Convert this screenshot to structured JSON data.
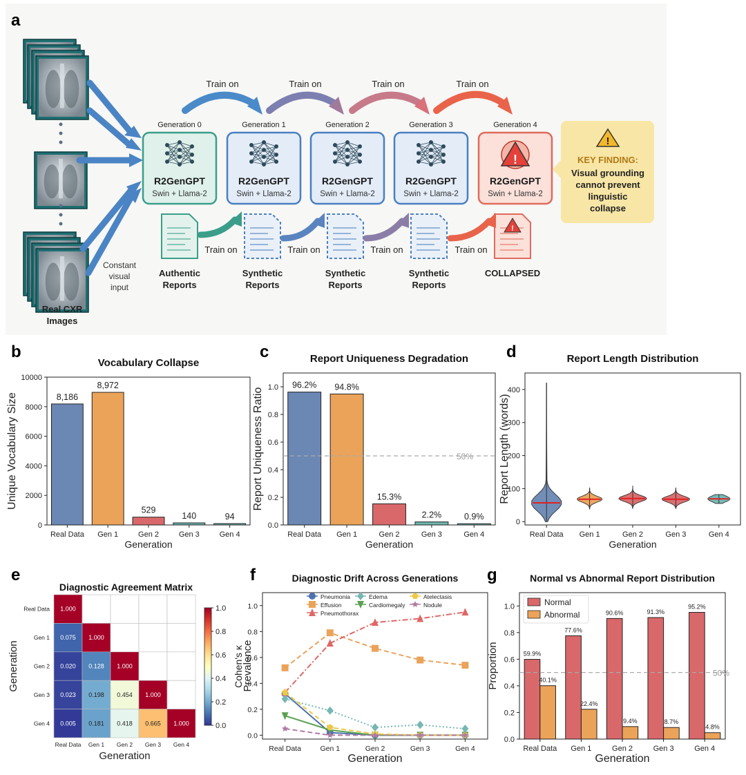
{
  "panel_letters": {
    "a": "a",
    "b": "b",
    "c": "c",
    "d": "d",
    "e": "e",
    "f": "f",
    "g": "g"
  },
  "schematic": {
    "images_label_1": "Real CXR",
    "images_label_2": "Images",
    "constant_input": [
      "Constant",
      "visual",
      "input"
    ],
    "train_on": "Train on",
    "model_name": "R2GenGPT",
    "model_sub": "Swin + Llama-2",
    "generations": [
      {
        "label": "Generation 0",
        "state": "normal",
        "color": "#3a9e8a",
        "fill": "#dff1ea"
      },
      {
        "label": "Generation 1",
        "state": "normal",
        "color": "#4a7fc0",
        "fill": "#e3ecf7"
      },
      {
        "label": "Generation 2",
        "state": "normal",
        "color": "#4a7fc0",
        "fill": "#e3ecf7"
      },
      {
        "label": "Generation 3",
        "state": "normal",
        "color": "#4a7fc0",
        "fill": "#e3ecf7"
      },
      {
        "label": "Generation 4",
        "state": "collapsed",
        "color": "#e06a5c",
        "fill": "#fbe1da"
      }
    ],
    "reports": [
      {
        "line1": "Authentic",
        "line2": "Reports",
        "kind": "authentic"
      },
      {
        "line1": "Synthetic",
        "line2": "Reports",
        "kind": "synthetic"
      },
      {
        "line1": "Synthetic",
        "line2": "Reports",
        "kind": "synthetic"
      },
      {
        "line1": "Synthetic",
        "line2": "Reports",
        "kind": "synthetic"
      },
      {
        "line1": "COLLAPSED",
        "line2": "",
        "kind": "collapsed"
      }
    ],
    "key_finding": {
      "title": "KEY FINDING:",
      "lines": [
        "Visual grounding",
        "cannot prevent",
        "linguistic",
        "collapse"
      ]
    }
  },
  "chart_data": [
    {
      "panel": "b",
      "type": "bar",
      "title": "Vocabulary Collapse",
      "xlabel": "Generation",
      "ylabel": "Unique Vocabulary Size",
      "categories": [
        "Real Data",
        "Gen 1",
        "Gen 2",
        "Gen 3",
        "Gen 4"
      ],
      "values": [
        8186,
        8972,
        529,
        140,
        94
      ],
      "value_labels": [
        "8,186",
        "8,972",
        "529",
        "140",
        "94"
      ],
      "ylim": [
        0,
        10000
      ],
      "yticks": [
        "0",
        "2000",
        "4000",
        "6000",
        "8000",
        "10000"
      ],
      "colors": [
        "#6b87b4",
        "#eba35a",
        "#d9686a",
        "#6fb6b0",
        "#6fb6b0"
      ]
    },
    {
      "panel": "c",
      "type": "bar",
      "title": "Report Uniqueness Degradation",
      "xlabel": "Generation",
      "ylabel": "Report Uniqueness Ratio",
      "categories": [
        "Real Data",
        "Gen 1",
        "Gen 2",
        "Gen 3",
        "Gen 4"
      ],
      "values": [
        0.962,
        0.948,
        0.153,
        0.022,
        0.009
      ],
      "value_labels": [
        "96.2%",
        "94.8%",
        "15.3%",
        "2.2%",
        "0.9%"
      ],
      "ylim": [
        0,
        1.1
      ],
      "yticks": [
        "0.0",
        "0.2",
        "0.4",
        "0.6",
        "0.8",
        "1.0"
      ],
      "reference_line": {
        "value": 0.5,
        "label": "50%"
      },
      "colors": [
        "#6b87b4",
        "#eba35a",
        "#d9686a",
        "#6fb6b0",
        "#6fb6b0"
      ]
    },
    {
      "panel": "d",
      "type": "violin",
      "title": "Report Length Distribution",
      "xlabel": "Generation",
      "ylabel": "Report Length (words)",
      "categories": [
        "Real Data",
        "Gen 1",
        "Gen 2",
        "Gen 3",
        "Gen 4"
      ],
      "medians": [
        57,
        68,
        70,
        68,
        69
      ],
      "ranges": [
        [
          0,
          420
        ],
        [
          38,
          102
        ],
        [
          40,
          108
        ],
        [
          40,
          102
        ],
        [
          55,
          82
        ]
      ],
      "ylim": [
        -10,
        450
      ],
      "yticks": [
        "0",
        "100",
        "200",
        "300",
        "400"
      ],
      "colors": [
        "#6b87b4",
        "#eba35a",
        "#d9686a",
        "#d9686a",
        "#6fb6b0"
      ]
    },
    {
      "panel": "e",
      "type": "heatmap",
      "title": "Diagnostic Agreement Matrix",
      "xlabel": "Generation",
      "ylabel": "Generation",
      "categories": [
        "Real Data",
        "Gen 1",
        "Gen 2",
        "Gen 3",
        "Gen 4"
      ],
      "matrix": [
        [
          1.0,
          null,
          null,
          null,
          null
        ],
        [
          0.075,
          1.0,
          null,
          null,
          null
        ],
        [
          0.02,
          0.128,
          1.0,
          null,
          null
        ],
        [
          0.023,
          0.198,
          0.454,
          1.0,
          null
        ],
        [
          0.005,
          0.181,
          0.418,
          0.665,
          1.0
        ]
      ],
      "cell_labels": [
        [
          "1.000",
          "",
          "",
          "",
          ""
        ],
        [
          "0.075",
          "1.000",
          "",
          "",
          ""
        ],
        [
          "0.020",
          "0.128",
          "1.000",
          "",
          ""
        ],
        [
          "0.023",
          "0.198",
          "0.454",
          "1.000",
          ""
        ],
        [
          "0.005",
          "0.181",
          "0.418",
          "0.665",
          "1.000"
        ]
      ],
      "colorbar_label": "Cohen's κ",
      "colorbar_ticks": [
        "0.0",
        "0.2",
        "0.4",
        "0.6",
        "0.8",
        "1.0"
      ],
      "colormap": "RdYlBu_r"
    },
    {
      "panel": "f",
      "type": "line",
      "title": "Diagnostic Drift Across Generations",
      "xlabel": "Generation",
      "ylabel": "Prevalence",
      "categories": [
        "Real Data",
        "Gen 1",
        "Gen 2",
        "Gen 3",
        "Gen 4"
      ],
      "ylim": [
        -0.03,
        1.1
      ],
      "yticks": [
        "0.0",
        "0.2",
        "0.4",
        "0.6",
        "0.8",
        "1.0"
      ],
      "series": [
        {
          "name": "Pneumonia",
          "values": [
            0.32,
            0.02,
            0.0,
            0.0,
            0.0
          ],
          "color": "#4c72b0",
          "marker": "circle",
          "dash": "solid"
        },
        {
          "name": "Effusion",
          "values": [
            0.52,
            0.79,
            0.67,
            0.58,
            0.54
          ],
          "color": "#eba35a",
          "marker": "square",
          "dash": "dashed"
        },
        {
          "name": "Pneumothorax",
          "values": [
            0.33,
            0.71,
            0.87,
            0.9,
            0.95
          ],
          "color": "#e06767",
          "marker": "triangle-up",
          "dash": "dashdot"
        },
        {
          "name": "Edema",
          "values": [
            0.28,
            0.19,
            0.06,
            0.08,
            0.05
          ],
          "color": "#76b7b2",
          "marker": "diamond",
          "dash": "dotted"
        },
        {
          "name": "Cardiomegaly",
          "values": [
            0.15,
            0.04,
            0.0,
            0.0,
            0.0
          ],
          "color": "#59a14f",
          "marker": "triangle-down",
          "dash": "solid"
        },
        {
          "name": "Atelectasis",
          "values": [
            0.33,
            0.06,
            0.01,
            0.0,
            0.0
          ],
          "color": "#edc948",
          "marker": "pentagon",
          "dash": "dashed"
        },
        {
          "name": "Nodule",
          "values": [
            0.05,
            0.0,
            0.0,
            0.0,
            0.0
          ],
          "color": "#b07aa1",
          "marker": "star",
          "dash": "dashed"
        }
      ]
    },
    {
      "panel": "g",
      "type": "bar",
      "title": "Normal vs Abnormal Report Distribution",
      "xlabel": "Generation",
      "ylabel": "Proportion",
      "categories": [
        "Real Data",
        "Gen 1",
        "Gen 2",
        "Gen 3",
        "Gen 4"
      ],
      "ylim": [
        0,
        1.1
      ],
      "yticks": [
        "0.0",
        "0.2",
        "0.4",
        "0.6",
        "0.8",
        "1.0"
      ],
      "reference_line": {
        "value": 0.5,
        "label": "50%"
      },
      "legend_position": "top-left",
      "series": [
        {
          "name": "Normal",
          "values": [
            0.599,
            0.776,
            0.906,
            0.913,
            0.952
          ],
          "labels": [
            "59.9%",
            "77.6%",
            "90.6%",
            "91.3%",
            "95.2%"
          ],
          "color": "#d9686a"
        },
        {
          "name": "Abnormal",
          "values": [
            0.401,
            0.224,
            0.094,
            0.087,
            0.048
          ],
          "labels": [
            "40.1%",
            "22.4%",
            "9.4%",
            "8.7%",
            "4.8%"
          ],
          "color": "#eba35a"
        }
      ]
    }
  ]
}
